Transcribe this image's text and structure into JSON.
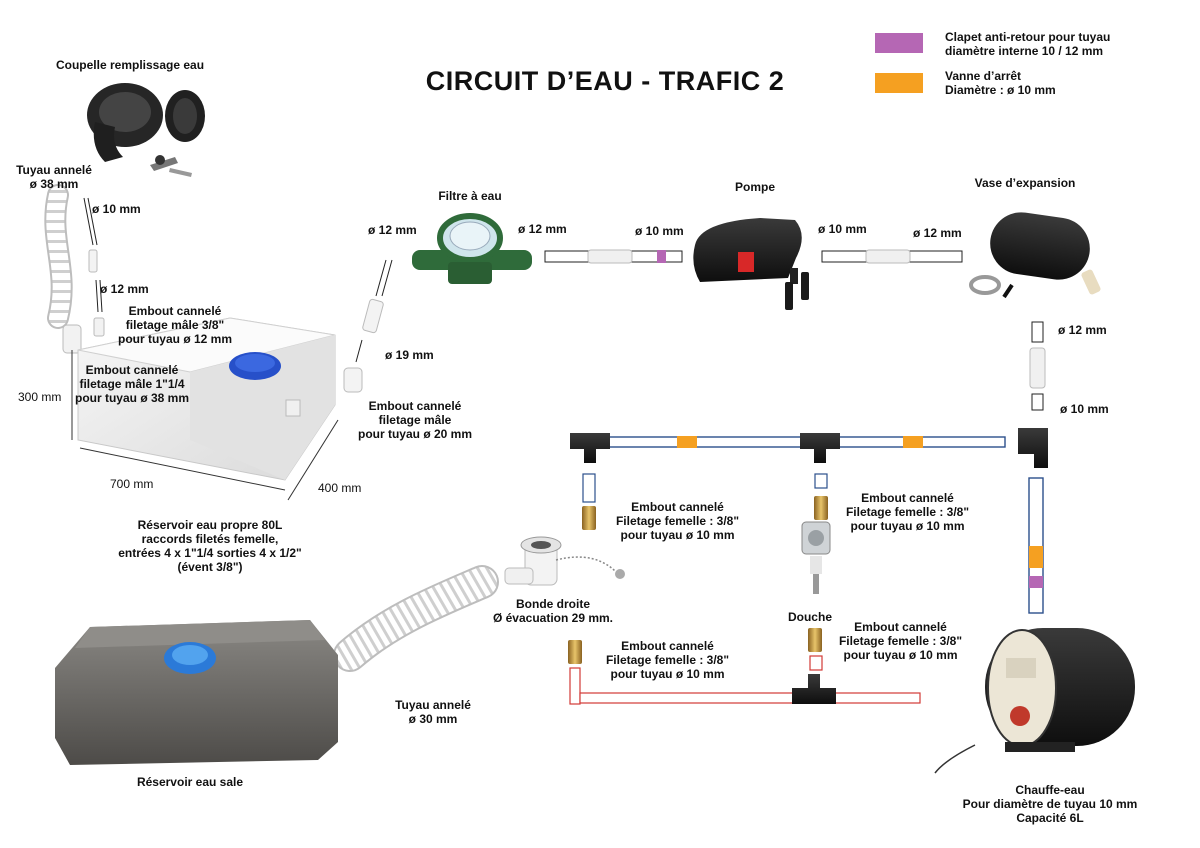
{
  "title": "CIRCUIT D’EAU - TRAFIC 2",
  "legend": [
    {
      "lines": [
        "Clapet anti-retour pour tuyau",
        "diamètre interne 10 / 12 mm"
      ],
      "color": "#b567b4"
    },
    {
      "lines": [
        "Vanne d’arrêt",
        "Diamètre : ø 10 mm"
      ],
      "color": "#f5a021"
    }
  ],
  "colors": {
    "pipe_blue": "#2c4f8c",
    "pipe_red": "#d23a36",
    "tank_clean": "#eeeeee",
    "tank_dirty": "#6c6a66",
    "cap_blue": "#2750c9",
    "fitting_brass": "#c9963a",
    "tee_black": "#1a1a1a",
    "white_pipe": "#f7f7f7"
  },
  "labels": {
    "coupelle": [
      "Coupelle remplissage eau"
    ],
    "tuyau_annele_38": [
      "Tuyau annelé",
      "ø 38 mm"
    ],
    "d10_left": [
      "ø 10 mm"
    ],
    "d12_left": [
      "ø 12 mm"
    ],
    "embout_38": [
      "Embout cannelé",
      "filetage mâle 3/8\"",
      "pour tuyau ø 12 mm"
    ],
    "embout_1_1_4": [
      "Embout cannelé",
      "filetage mâle 1\"1/4",
      "pour tuyau ø 38 mm"
    ],
    "dim_300": [
      "300 mm"
    ],
    "dim_700": [
      "700 mm"
    ],
    "dim_400": [
      "400 mm"
    ],
    "reservoir_propre": [
      "Réservoir eau propre 80L",
      "raccords filetés femelle,",
      "entrées 4 x 1\"1/4  sorties 4 x 1/2\"",
      "(évent 3/8\")"
    ],
    "d12_filter_in": [
      "ø 12 mm"
    ],
    "filtre": [
      "Filtre à eau"
    ],
    "d12_filter_out": [
      "ø 12 mm"
    ],
    "d10_pump_in": [
      "ø 10 mm"
    ],
    "pompe": [
      "Pompe"
    ],
    "d10_pump_out": [
      "ø 10 mm"
    ],
    "d12_vase_in": [
      "ø 12 mm"
    ],
    "vase": [
      "Vase d’expansion"
    ],
    "d19": [
      "ø 19 mm"
    ],
    "embout_20": [
      "Embout cannelé",
      "filetage mâle",
      "pour tuyau ø 20 mm"
    ],
    "d12_right": [
      "ø 12 mm"
    ],
    "d10_right": [
      "ø 10 mm"
    ],
    "embout_fem_1": [
      "Embout cannelé",
      "Filetage femelle : 3/8\"",
      "pour tuyau ø 10 mm"
    ],
    "embout_fem_2": [
      "Embout cannelé",
      "Filetage femelle : 3/8\"",
      "pour tuyau ø 10 mm"
    ],
    "bonde": [
      "Bonde droite",
      "Ø évacuation 29 mm."
    ],
    "douche": [
      "Douche"
    ],
    "embout_fem_3": [
      "Embout cannelé",
      "Filetage femelle : 3/8\"",
      "pour tuyau ø 10 mm"
    ],
    "embout_fem_4": [
      "Embout cannelé",
      "Filetage femelle : 3/8\"",
      "pour tuyau ø 10 mm"
    ],
    "tuyau_annele_30": [
      "Tuyau annelé",
      "ø 30 mm"
    ],
    "reservoir_sale": [
      "Réservoir eau sale"
    ],
    "chauffe_eau": [
      "Chauffe-eau",
      "Pour diamètre de tuyau 10 mm",
      "Capacité 6L"
    ]
  }
}
